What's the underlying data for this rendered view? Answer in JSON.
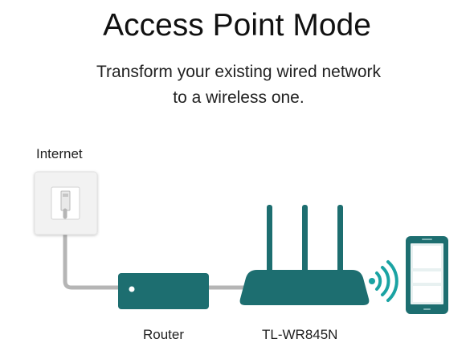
{
  "header": {
    "title": "Access Point Mode",
    "subtitle_line1": "Transform your existing wired network",
    "subtitle_line2": "to a wireless one."
  },
  "labels": {
    "internet": "Internet",
    "router": "Router",
    "access_point": "TL-WR845N"
  },
  "colors": {
    "device_teal": "#1d6e70",
    "signal_teal": "#1aa3a3",
    "cable_gray": "#b5b5b5",
    "wall_plate": "#f2f2f2",
    "phone_screen": "#e8f1f1"
  },
  "icons": {
    "wall_outlet": "ethernet-wall-outlet-icon",
    "router": "router-box-icon",
    "access_point": "wireless-router-icon",
    "wifi": "wifi-signal-icon",
    "phone": "smartphone-icon"
  }
}
